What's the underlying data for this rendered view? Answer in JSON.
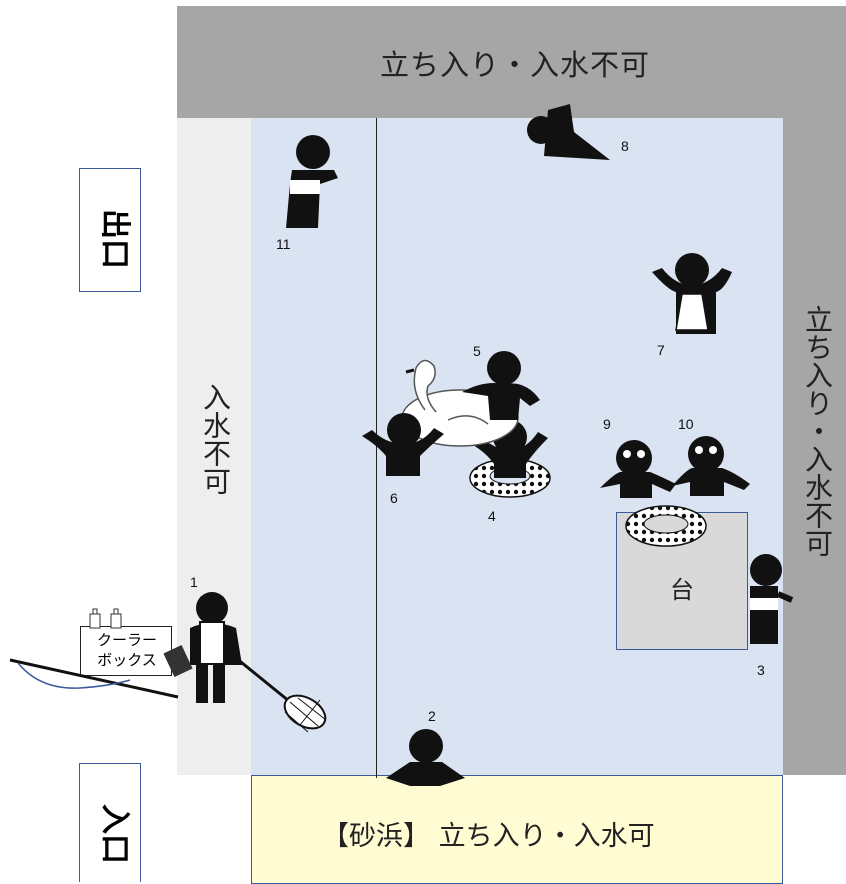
{
  "zones": {
    "top_no_entry": "立ち入り・入水不可",
    "right_no_entry": "立ち入り・入水不可",
    "left_no_swim": "入水不可",
    "beach": "【砂浜】 立ち入り・入水可"
  },
  "signs": {
    "exit": "出口",
    "entrance": "入口"
  },
  "objects": {
    "platform": "台",
    "cooler_box": "クーラー\nボックス"
  },
  "people_labels": [
    "1",
    "2",
    "3",
    "4",
    "5",
    "6",
    "7",
    "8",
    "9",
    "10",
    "11"
  ],
  "colors": {
    "water": "#dae3f2",
    "restricted_gray": "#a6a6a6",
    "light_gray": "#eeeeee",
    "beach": "#fffcd3",
    "border_blue": "#3b5a9a"
  }
}
